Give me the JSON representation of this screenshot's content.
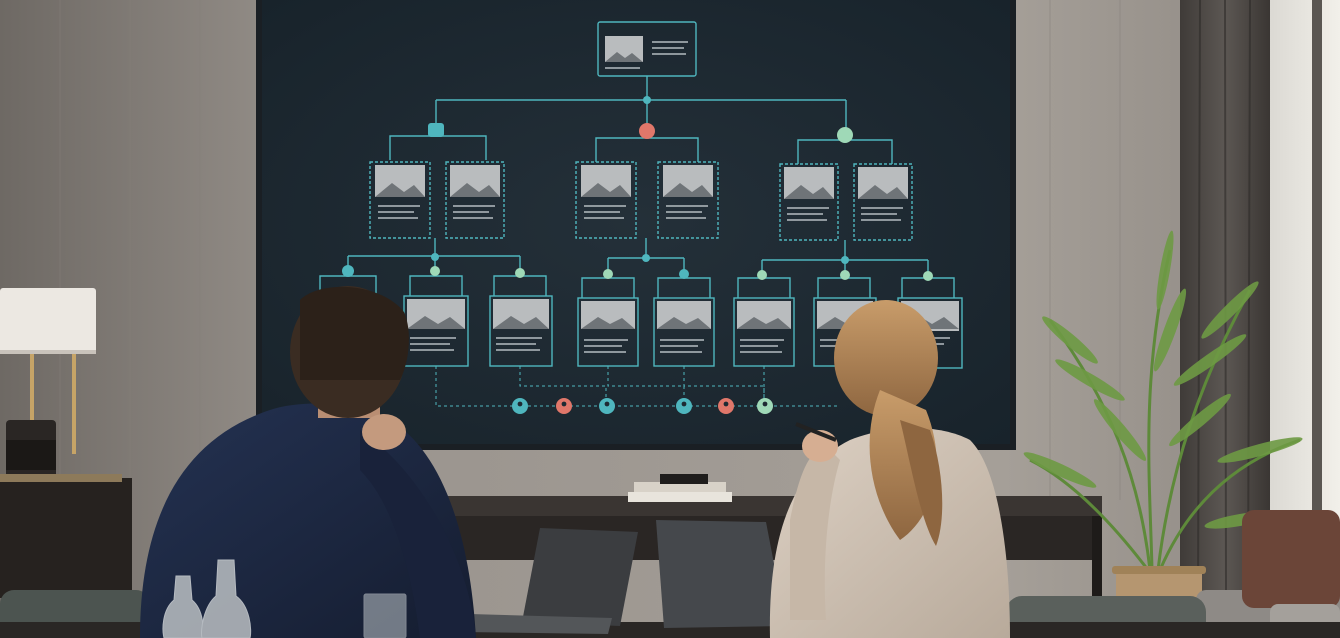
{
  "scene": {
    "description_name": "meeting-room-photo",
    "screen": {
      "background": "#1e2a33",
      "connector_color": "#4fb6be",
      "accent_colors": [
        "#4fb6be",
        "#e0776a",
        "#9fd9b7"
      ],
      "top_node": "root-card",
      "level1_groups": 3,
      "level2_cards_per_group": 3,
      "bottom_icon_colors": [
        "#4fb6be",
        "#e0776a",
        "#4fb6be",
        "#4fb6be",
        "#e0776a",
        "#9fd9b7"
      ]
    },
    "palette": {
      "wall": "#9a948e",
      "wall_dark": "#6e6a66",
      "console": "#2a2624",
      "man_jacket": "#1f2a42",
      "man_hair": "#3a2c22",
      "woman_blazer": "#cdbfb0",
      "woman_hair": "#b58b5e",
      "plant_green": "#5e8a3a",
      "pot": "#b59670",
      "lamp_shade": "#ece8e2",
      "laptop": "#3b3d40",
      "curtain": "#55504c",
      "pillow": "#6b4538",
      "window_light": "#e6e4de"
    }
  }
}
